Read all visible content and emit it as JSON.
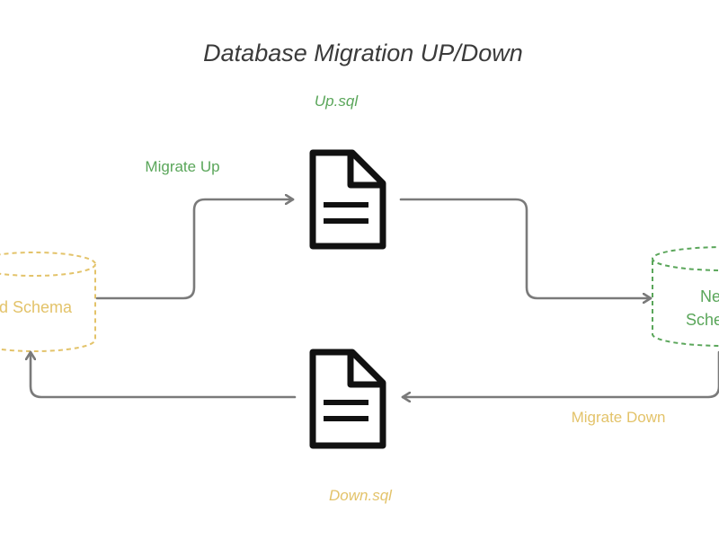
{
  "diagram": {
    "title": "Database Migration UP/Down",
    "up_file": {
      "label": "Up.sql",
      "icon": "document-icon"
    },
    "down_file": {
      "label": "Down.sql",
      "icon": "document-icon"
    },
    "old_schema": {
      "label": "d Schema",
      "icon": "database-cylinder-icon"
    },
    "new_schema": {
      "label_line1": "Ne",
      "label_line2": "Sche",
      "icon": "database-cylinder-icon"
    },
    "migrate_up": {
      "label": "Migrate Up"
    },
    "migrate_down": {
      "label": "Migrate Down"
    }
  },
  "colors": {
    "green": "#5aa65a",
    "yellow": "#e3c36a",
    "gray_arrow": "#7a7a7a",
    "icon_black": "#111111",
    "title": "#3b3b3b",
    "background": "#ffffff"
  }
}
